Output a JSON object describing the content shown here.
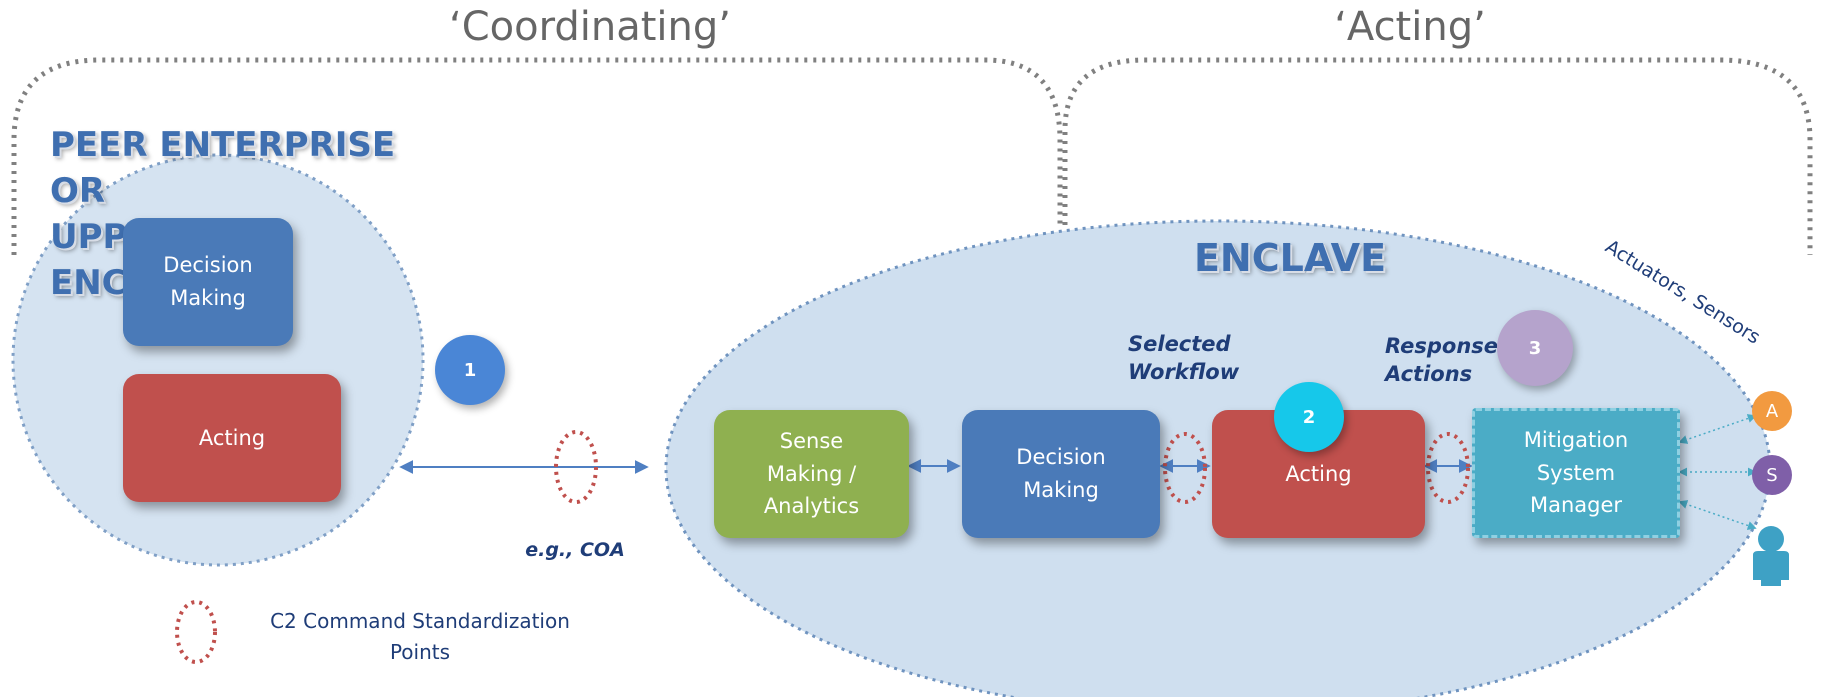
{
  "brackets": {
    "coordinating": "‘Coordinating’",
    "acting": "‘Acting’"
  },
  "peer": {
    "title_line1": "PEER ENTERPRISE OR",
    "title_line2": "UPPER TIER ENCLAVE",
    "decision_box": "Decision\nMaking",
    "acting_box": "Acting",
    "badge": "1"
  },
  "link_label": "e.g., COA",
  "legend_label": "C2 Command Standardization\nPoints",
  "enclave": {
    "title": "ENCLAVE",
    "sense_box": "Sense\nMaking /\nAnalytics",
    "decision_box": "Decision\nMaking",
    "acting_box": "Acting",
    "mitigation_box": "Mitigation\nSystem\nManager",
    "selected_workflow": "Selected\nWorkflow",
    "response_actions": "Response\nActions",
    "badge_acting": "2",
    "badge_response": "3",
    "actuators_sensors": "Actuators, Sensors"
  },
  "endpoints": {
    "actuator": "A",
    "sensor": "S"
  },
  "colors": {
    "blue_box": "#4a7ab8",
    "red_box": "#c0504d",
    "green_box": "#8fb050",
    "teal_box": "#4bacc6",
    "ellipse_fill": "#cfdfef",
    "badge_blue": "#4a86d6",
    "badge_cyan": "#16c8ea",
    "badge_lilac": "#b5a3cc",
    "orange": "#f29a40",
    "purple": "#7f5fa8",
    "person": "#3ea1c5"
  }
}
